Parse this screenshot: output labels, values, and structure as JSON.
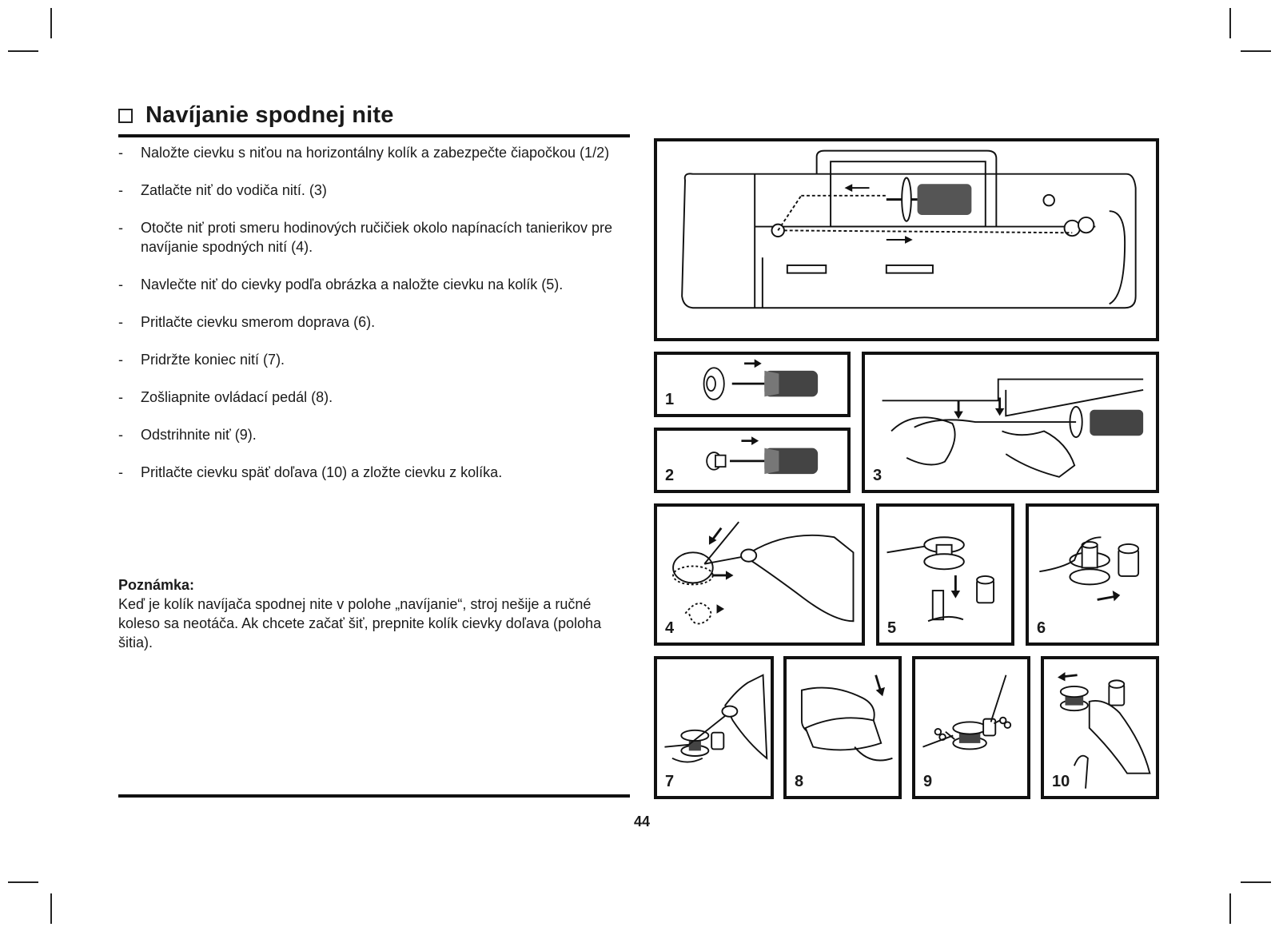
{
  "heading": "Navíjanie spodnej nite",
  "steps": [
    "Naložte cievku s niťou na horizontálny kolík a zabezpečte čiapočkou (1/2)",
    "Zatlačte niť do vodiča nití. (3)",
    "Otočte niť proti smeru hodinových ručičiek okolo napínacích tanierikov pre navíjanie spodných nití (4).",
    "Navlečte niť do cievky podľa obrázka a naložte cievku na kolík (5).",
    "Pritlačte cievku smerom doprava (6).",
    "Pridržte koniec nití (7).",
    "Zošliapnite ovládací pedál (8).",
    "Odstrihnite niť (9).",
    "Pritlačte cievku späť doľava (10) a zložte cievku z kolíka."
  ],
  "dash": "-",
  "note": {
    "title": "Poznámka:",
    "text": "Keď je kolík navíjača spodnej nite v polohe „navíjanie“, stroj nešije a ručné koleso sa neotáča. Ak chcete začať šiť, prepnite kolík cievky doľava (poloha šitia)."
  },
  "figures": {
    "f1": "1",
    "f2": "2",
    "f3": "3",
    "f4": "4",
    "f5": "5",
    "f6": "6",
    "f7": "7",
    "f8": "8",
    "f9": "9",
    "f10": "10"
  },
  "page_number": "44"
}
